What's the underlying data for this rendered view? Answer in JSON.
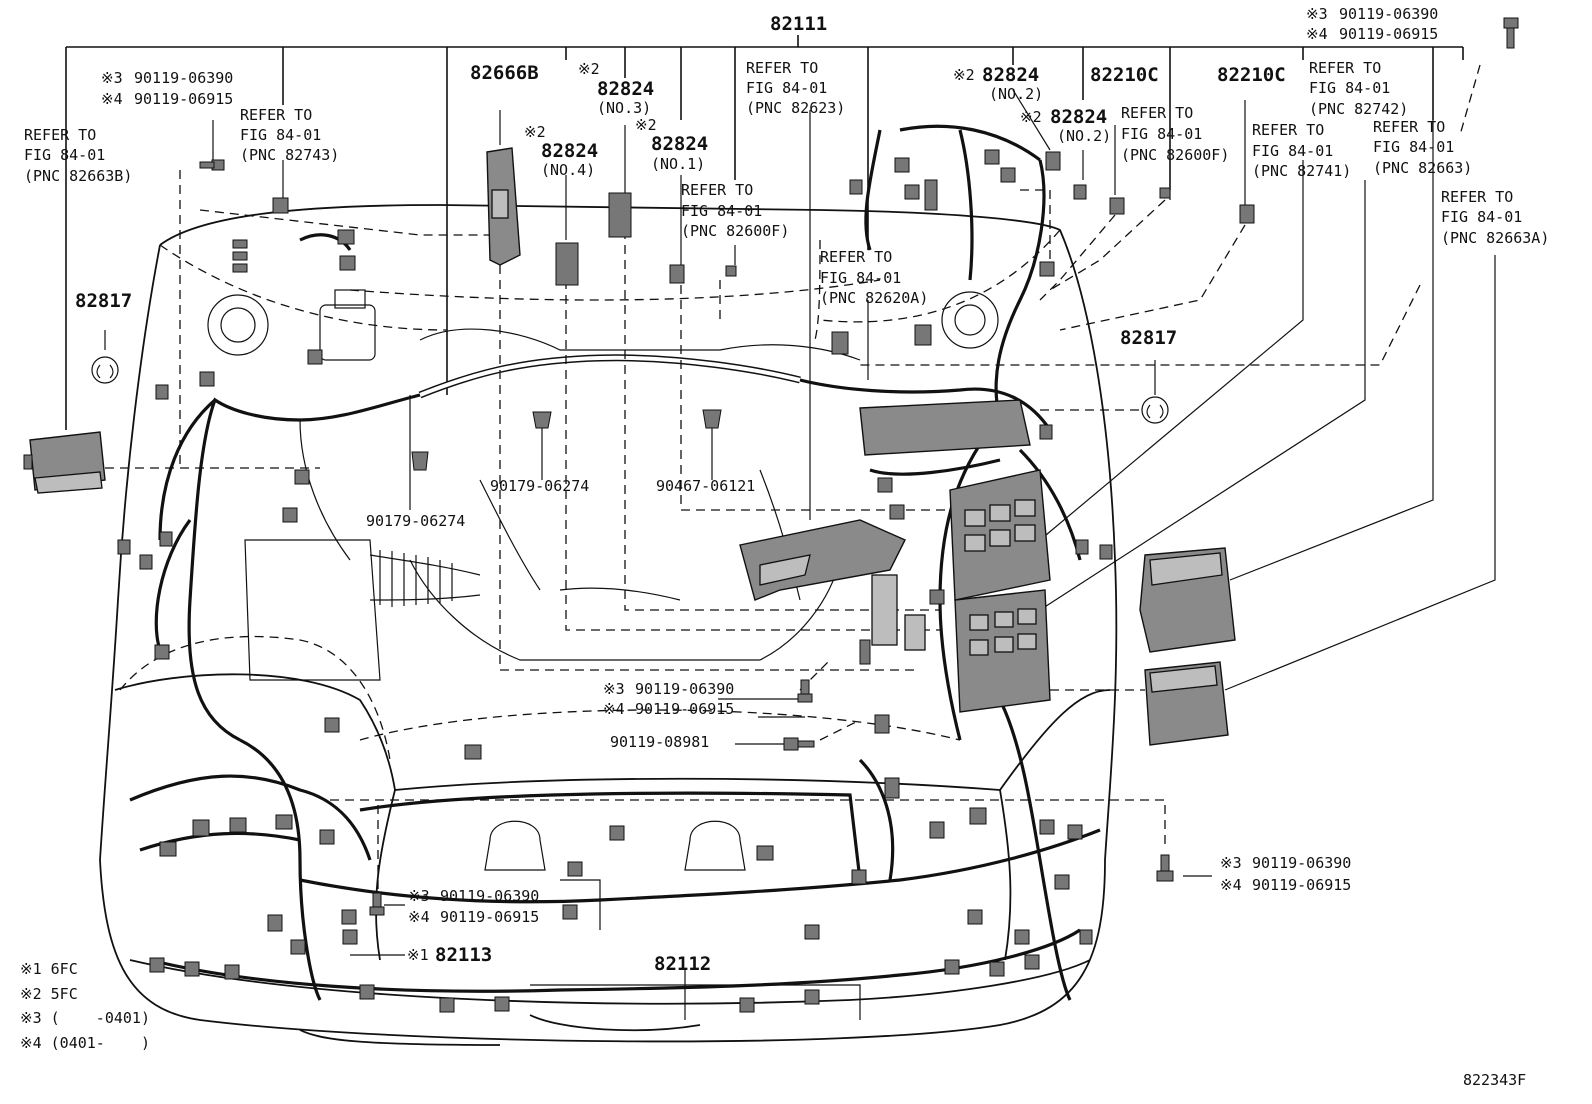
{
  "labels": {
    "main_harness": "82111",
    "refer_to": "REFER TO",
    "fig": "FIG 84-01",
    "pnc_82663B": "(PNC 82663B)",
    "pnc_82743": "(PNC 82743)",
    "pnc_82623": "(PNC 82623)",
    "pnc_82600F": "(PNC 82600F)",
    "pnc_82620A": "(PNC 82620A)",
    "pnc_82742": "(PNC 82742)",
    "pnc_82741": "(PNC 82741)",
    "pnc_82663": "(PNC 82663)",
    "pnc_82663A": "(PNC 82663A)",
    "p82666B": "82666B",
    "mark2": "※2",
    "mark3": "※3",
    "mark4": "※4",
    "p82824": "82824",
    "no1": "(NO.1)",
    "no2": "(NO.2)",
    "no3": "(NO.3)",
    "no4": "(NO.4)",
    "p82210C": "82210C",
    "p82817": "82817",
    "bolt_06390": "90119-06390",
    "bolt_06915": "90119-06915",
    "bolt_08981": "90119-08981",
    "clip_06274": "90179-06274",
    "clip_06121": "90467-06121",
    "p82113": "82113",
    "p82112": "82112",
    "legend_1": "※1 6FC",
    "legend_2": "※2 5FC",
    "legend_3": "※3 (    -0401)",
    "legend_4": "※4 (0401-    )",
    "figure_code": "822343F"
  }
}
